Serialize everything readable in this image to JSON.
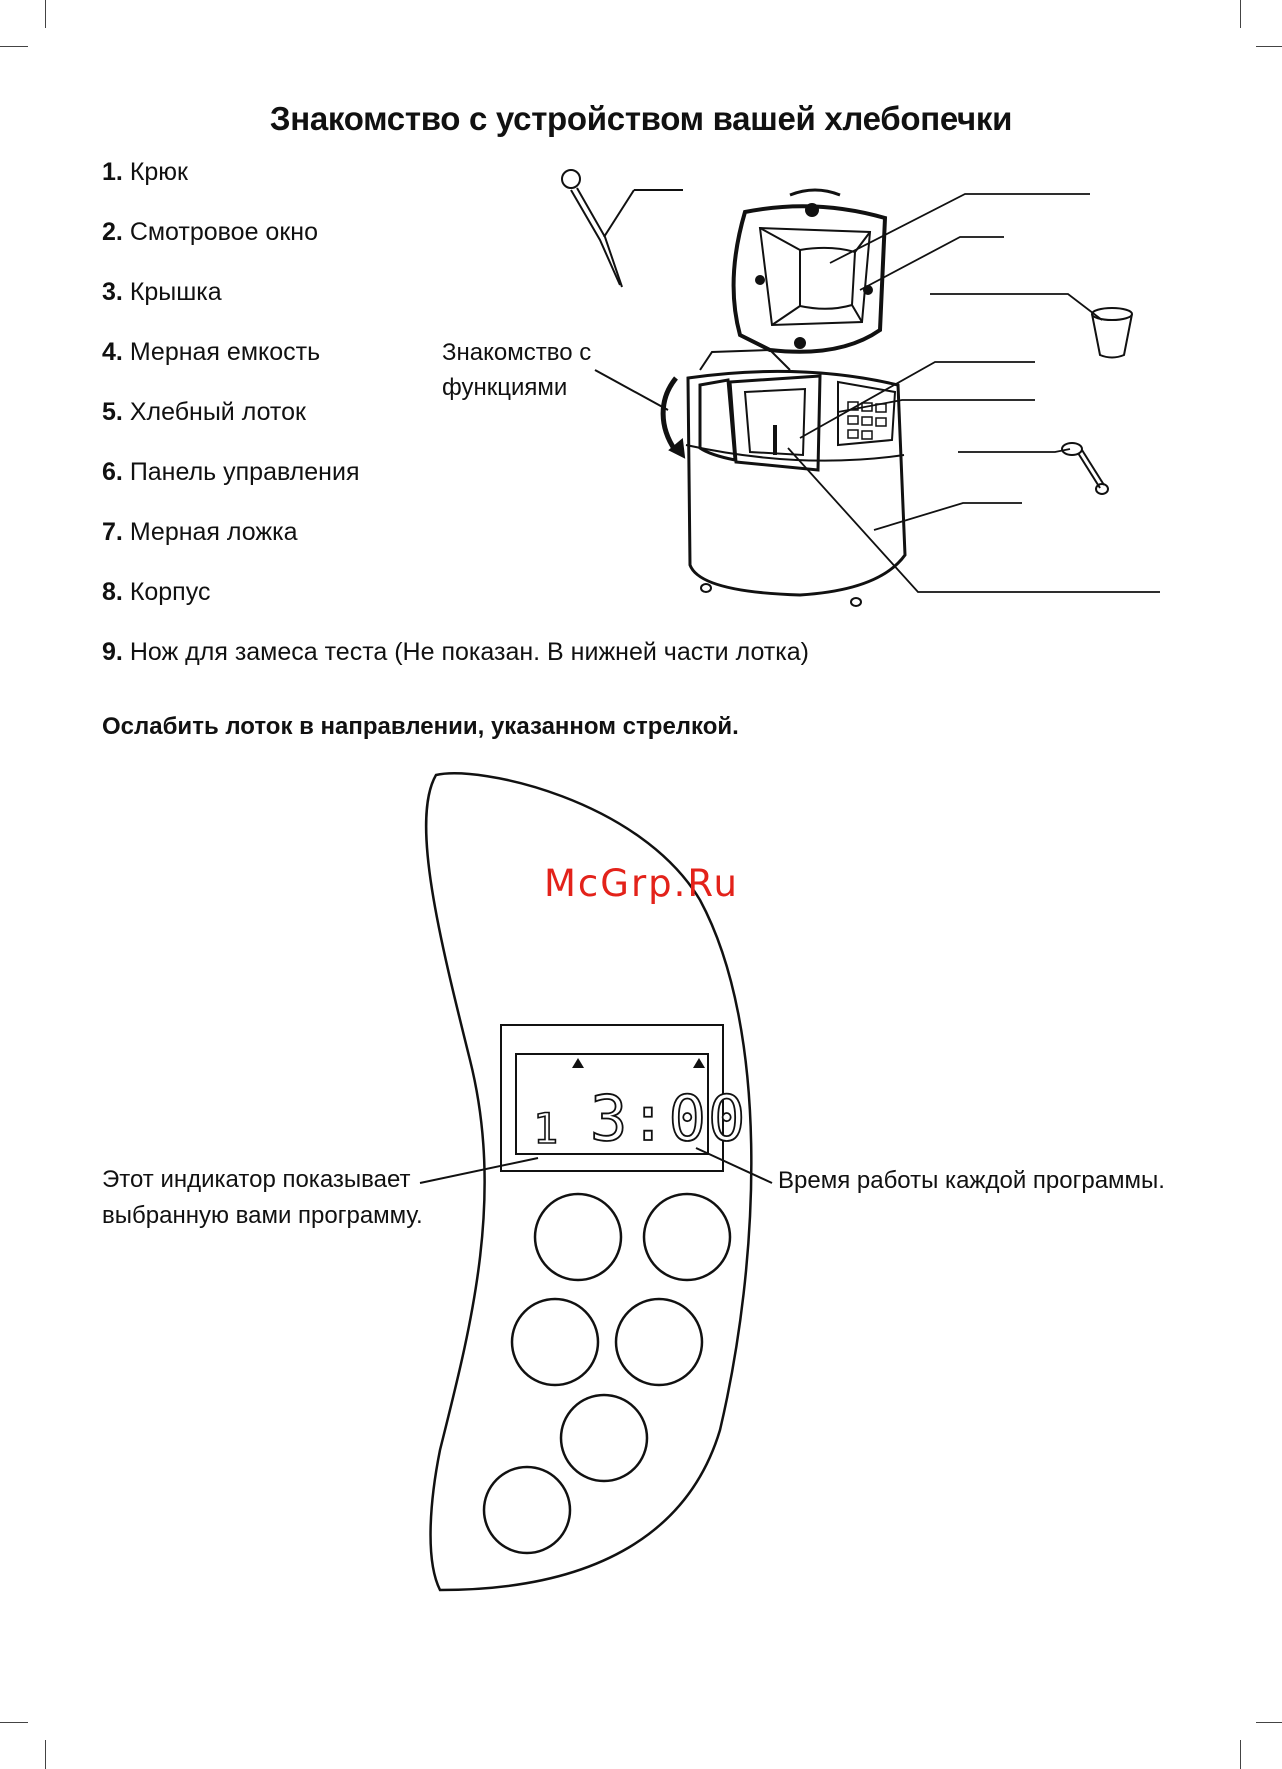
{
  "title": "Знакомство с устройством вашей хлебопечки",
  "parts": [
    {
      "num": "1.",
      "label": "Крюк"
    },
    {
      "num": "2.",
      "label": "Смотровое окно"
    },
    {
      "num": "3.",
      "label": "Крышка"
    },
    {
      "num": "4.",
      "label": "Мерная емкость"
    },
    {
      "num": "5.",
      "label": "Хлебный лоток"
    },
    {
      "num": "6.",
      "label": "Панель управления"
    },
    {
      "num": "7.",
      "label": "Мерная ложка"
    },
    {
      "num": "8.",
      "label": "Корпус"
    },
    {
      "num": "9.",
      "label": "Нож для замеса теста (Не показан. В нижней части лотка)"
    }
  ],
  "functions_label": [
    "Знакомство с",
    "функциями"
  ],
  "instruction": "Ослабить лоток в направлении, указанном стрелкой.",
  "watermark": "McGrp.Ru",
  "display": {
    "program": "1",
    "time": "3:00"
  },
  "callout_program": [
    "Этот индикатор показывает",
    "выбранную вами программу."
  ],
  "callout_time": "Время работы каждой программы."
}
